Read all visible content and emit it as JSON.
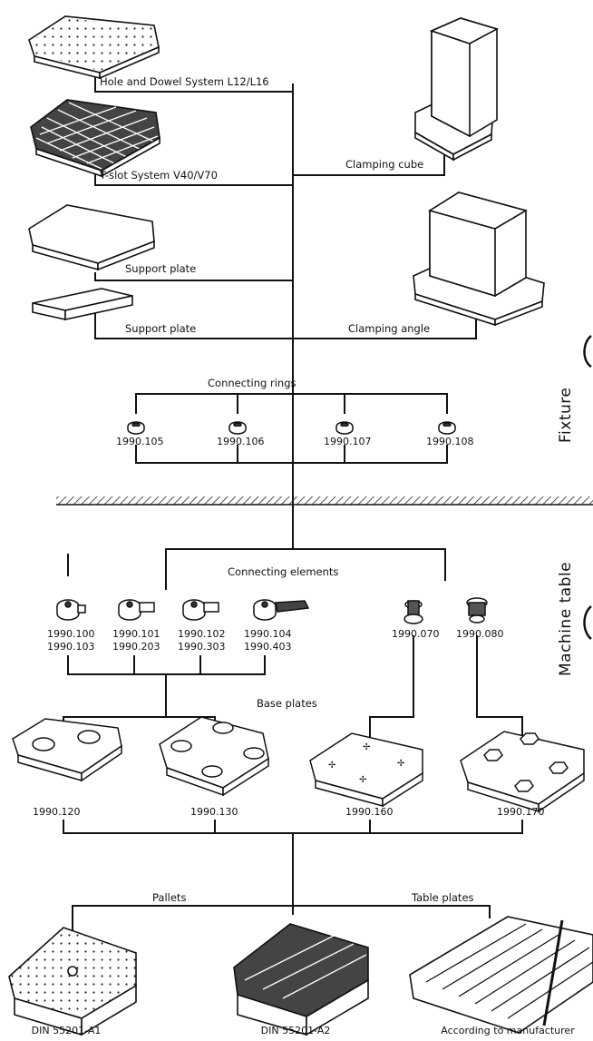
{
  "fixture_items": {
    "hole_dowel": "Hole and Dowel System L12/L16",
    "tslot": "T-slot System V40/V70",
    "support_plate_1": "Support plate",
    "support_plate_2": "Support plate",
    "clamping_cube": "Clamping cube",
    "clamping_angle": "Clamping angle"
  },
  "connecting_rings": {
    "label": "Connecting rings",
    "codes": [
      "1990.105",
      "1990.106",
      "1990.107",
      "1990.108"
    ]
  },
  "side_labels": {
    "fixture": "Fixture",
    "machine_table": "Machine table"
  },
  "connecting_elements": {
    "label": "Connecting elements",
    "items": [
      {
        "line1": "1990.100",
        "line2": "1990.103"
      },
      {
        "line1": "1990.101",
        "line2": "1990.203"
      },
      {
        "line1": "1990.102",
        "line2": "1990.303"
      },
      {
        "line1": "1990.104",
        "line2": "1990.403"
      },
      {
        "line1": "1990.070",
        "line2": ""
      },
      {
        "line1": "1990.080",
        "line2": ""
      }
    ]
  },
  "base_plates": {
    "label": "Base plates",
    "codes": [
      "1990.120",
      "1990.130",
      "1990.160",
      "1990.170"
    ]
  },
  "bottom": {
    "pallets_label": "Pallets",
    "table_plates_label": "Table plates",
    "items": [
      "DIN 55201-A1",
      "DIN 55201-A2",
      "According to manufacturer"
    ]
  }
}
